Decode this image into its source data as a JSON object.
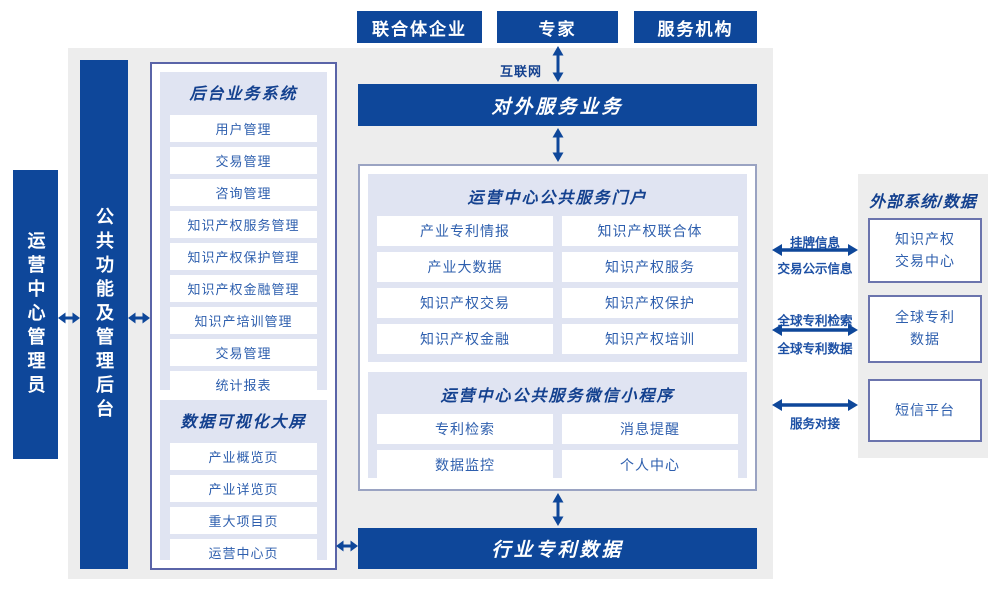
{
  "colors": {
    "primary_blue": "#0e479a",
    "panel_lavender": "#e0e4f2",
    "background_gray": "#ededed",
    "item_text_blue": "#2e5fae",
    "title_text_blue": "#14418f"
  },
  "top_actors": [
    {
      "label": "联合体企业"
    },
    {
      "label": "专家"
    },
    {
      "label": "服务机构"
    }
  ],
  "internet": {
    "label": "互联网"
  },
  "bars": {
    "external_service": "对外服务业务",
    "industry_patent": "行业专利数据"
  },
  "left": {
    "admin_bar": "运营中心管理员",
    "backend_bar": "公共功能及管理后台",
    "backend_system": {
      "title": "后台业务系统",
      "items": [
        "用户管理",
        "交易管理",
        "咨询管理",
        "知识产权服务管理",
        "知识产权保护管理",
        "知识产权金融管理",
        "知识产培训管理",
        "交易管理",
        "统计报表"
      ]
    },
    "dashboard": {
      "title": "数据可视化大屏",
      "items": [
        "产业概览页",
        "产业详览页",
        "重大项目页",
        "运营中心页"
      ]
    }
  },
  "center": {
    "portal": {
      "title": "运营中心公共服务门户",
      "rows": [
        [
          "产业专利情报",
          "知识产权联合体"
        ],
        [
          "产业大数据",
          "知识产权服务"
        ],
        [
          "知识产权交易",
          "知识产权保护"
        ],
        [
          "知识产权金融",
          "知识产权培训"
        ]
      ]
    },
    "miniprogram": {
      "title": "运营中心公共服务微信小程序",
      "rows": [
        [
          "专利检索",
          "消息提醒"
        ],
        [
          "数据监控",
          "个人中心"
        ]
      ]
    }
  },
  "external": {
    "title": "外部系统/数据",
    "boxes": [
      {
        "lines": [
          "知识产权",
          "交易中心"
        ]
      },
      {
        "lines": [
          "全球专利",
          "数据"
        ]
      },
      {
        "lines": [
          "短信平台"
        ]
      }
    ],
    "links": [
      {
        "label_top": "挂牌信息",
        "label_bottom": "交易公示信息"
      },
      {
        "label_top": "全球专利检索",
        "label_bottom": "全球专利数据"
      },
      {
        "label_top": "",
        "label_bottom": "服务对接"
      }
    ]
  }
}
